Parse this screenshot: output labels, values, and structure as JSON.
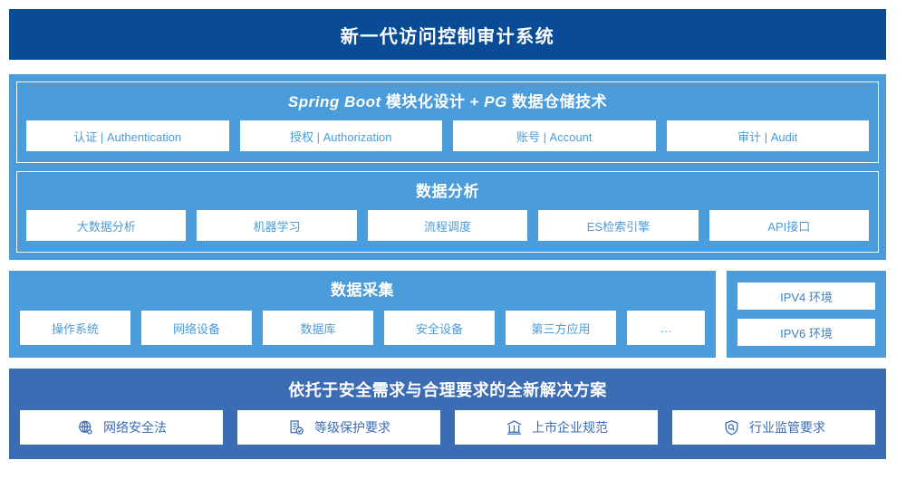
{
  "header": {
    "title": "新一代访问控制审计系统",
    "bg": "#0a4b96"
  },
  "platform": {
    "title_prefix": "Spring Boot",
    "title_mid": " 模块化设计 + ",
    "title_pg": "PG",
    "title_suffix": " 数据仓储技术",
    "items": [
      {
        "label": "认证 | Authentication"
      },
      {
        "label": "授权 | Authorization"
      },
      {
        "label": "账号 | Account"
      },
      {
        "label": "审计 | Audit"
      }
    ]
  },
  "analysis": {
    "title": "数据分析",
    "items": [
      {
        "label": "大数据分析"
      },
      {
        "label": "机器学习"
      },
      {
        "label": "流程调度"
      },
      {
        "label": "ES检索引擎"
      },
      {
        "label": "API接口"
      }
    ]
  },
  "collection": {
    "title": "数据采集",
    "items": [
      {
        "label": "操作系统"
      },
      {
        "label": "网络设备"
      },
      {
        "label": "数据库"
      },
      {
        "label": "安全设备"
      },
      {
        "label": "第三方应用"
      },
      {
        "label": "…"
      }
    ],
    "environments": [
      {
        "label": "IPV4 环境"
      },
      {
        "label": "IPV6 环境"
      }
    ]
  },
  "solution": {
    "title": "依托于安全需求与合理要求的全新解决方案",
    "bg": "#3b6cb4",
    "items": [
      {
        "icon": "globe-icon",
        "label": "网络安全法"
      },
      {
        "icon": "document-check-icon",
        "label": "等级保护要求"
      },
      {
        "icon": "bank-icon",
        "label": "上市企业规范"
      },
      {
        "icon": "shield-search-icon",
        "label": "行业监管要求"
      }
    ]
  },
  "colors": {
    "header_blue": "#0a4b96",
    "panel_blue": "#4a9cdb",
    "solution_blue": "#3b6cb4",
    "chip_white": "#ffffff"
  }
}
